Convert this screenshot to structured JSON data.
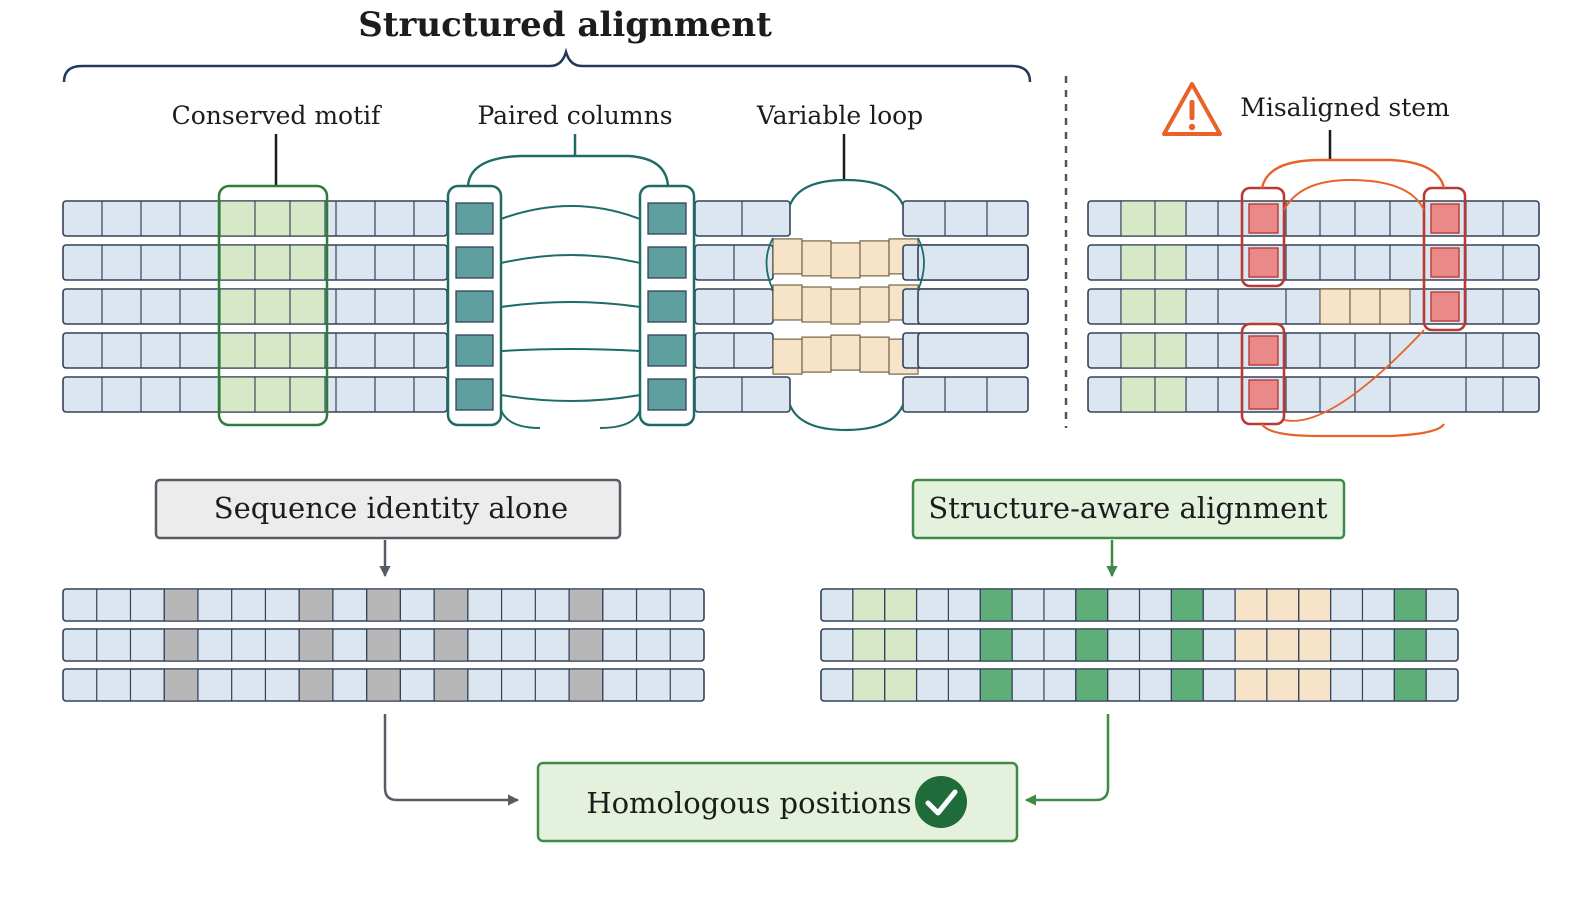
{
  "title": "Structured alignment",
  "labels": {
    "conserved_motif": "Conserved motif",
    "paired_columns": "Paired columns",
    "variable_loop": "Variable loop",
    "misaligned_stem": "Misaligned stem"
  },
  "boxes": {
    "sequence_identity": "Sequence identity alone",
    "structure_aware": "Structure-aware alignment",
    "homologous": "Homologous positions"
  },
  "colors": {
    "cell_fill": "#dce6f1",
    "cell_stroke": "#33425a",
    "motif": "#d7e8c7",
    "motif_outline": "#2e7d3a",
    "paired": "#5f9fa0",
    "paired_outline": "#1f6b67",
    "loop": "#f6e3c8",
    "misaligned": "#e98a88",
    "misaligned_outline": "#b83a36",
    "warning": "#e8622a",
    "identity_gray": "#b7b7b7",
    "structure_green": "#5fae7a",
    "neutral_box": "#ececec",
    "green_box": "#e4f1dd",
    "arrow_gray": "#555c66",
    "arrow_green": "#3f8a47"
  },
  "icons": {
    "warning": "warning-triangle-icon",
    "check": "check-circle-icon"
  }
}
